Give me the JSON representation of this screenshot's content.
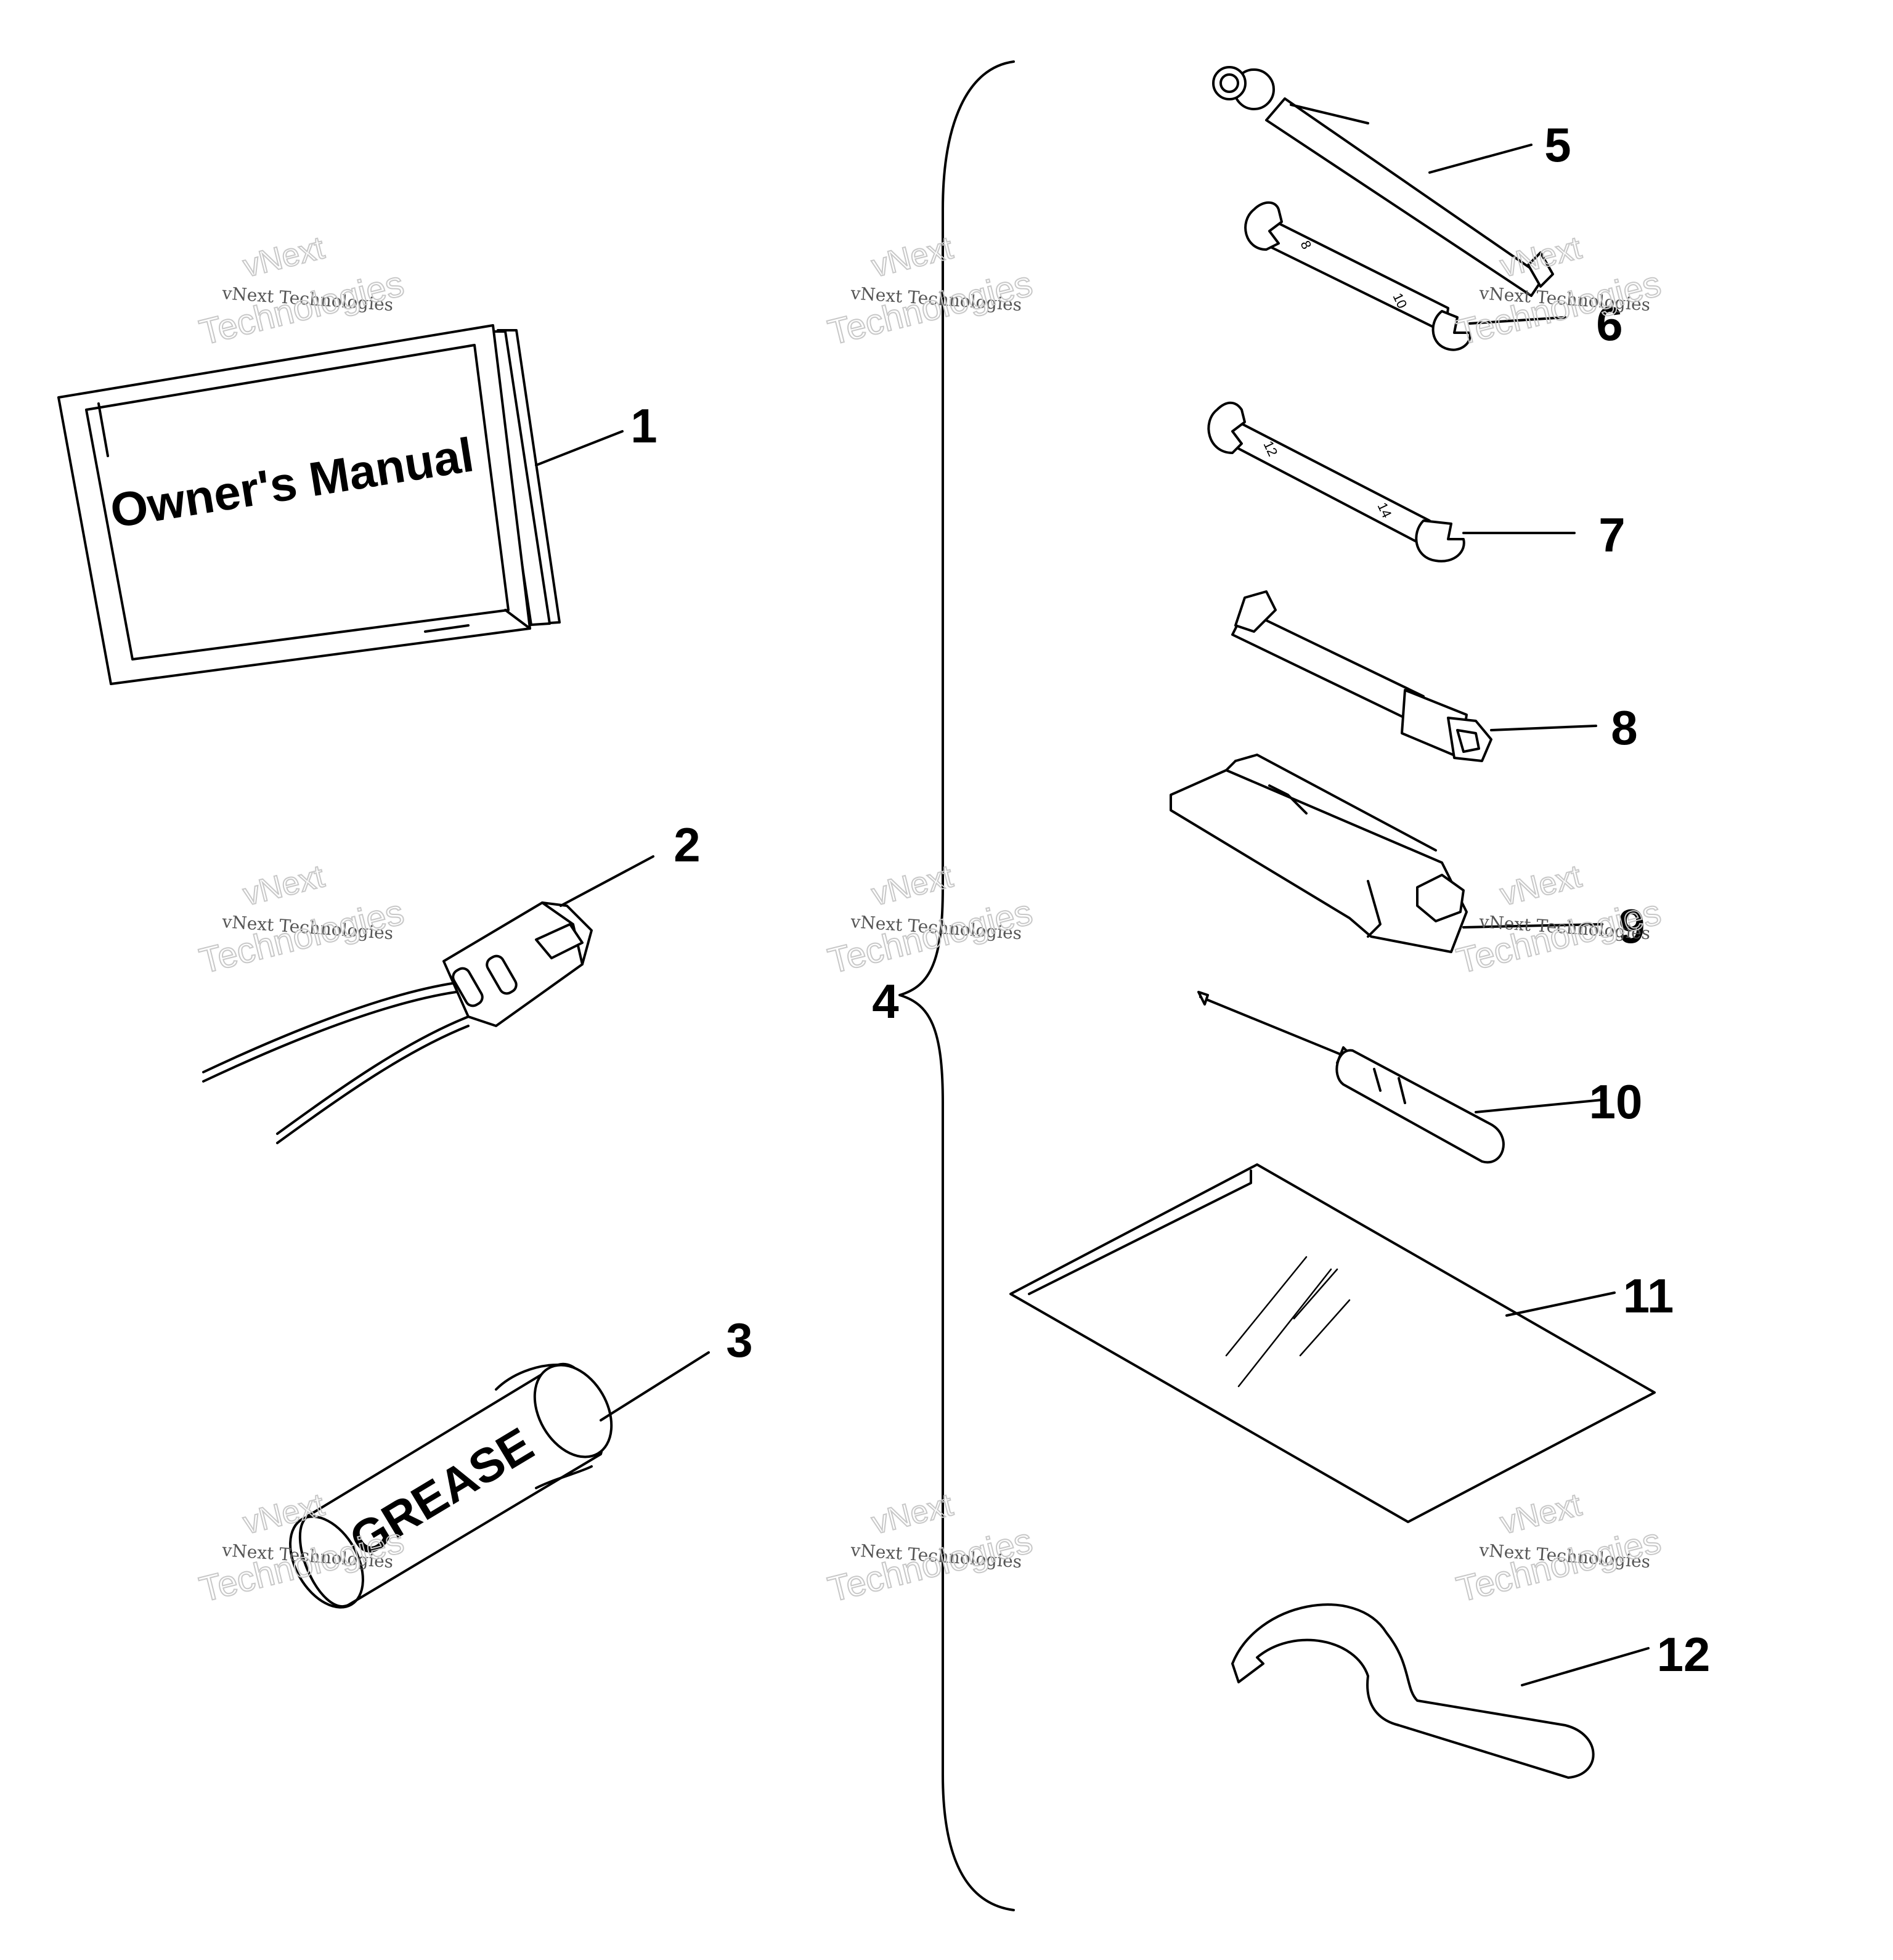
{
  "manual": {
    "cover_text": "Owner's Manual"
  },
  "grease": {
    "label": "GREASE"
  },
  "callouts": {
    "c1": "1",
    "c2": "2",
    "c3": "3",
    "c4": "4",
    "c5": "5",
    "c6": "6",
    "c7": "7",
    "c8": "8",
    "c9": "9",
    "c10": "10",
    "c11": "11",
    "c12": "12"
  },
  "watermark": {
    "line1": "vNext Technologies",
    "line2": "Technologies",
    "line3": "vNext"
  }
}
